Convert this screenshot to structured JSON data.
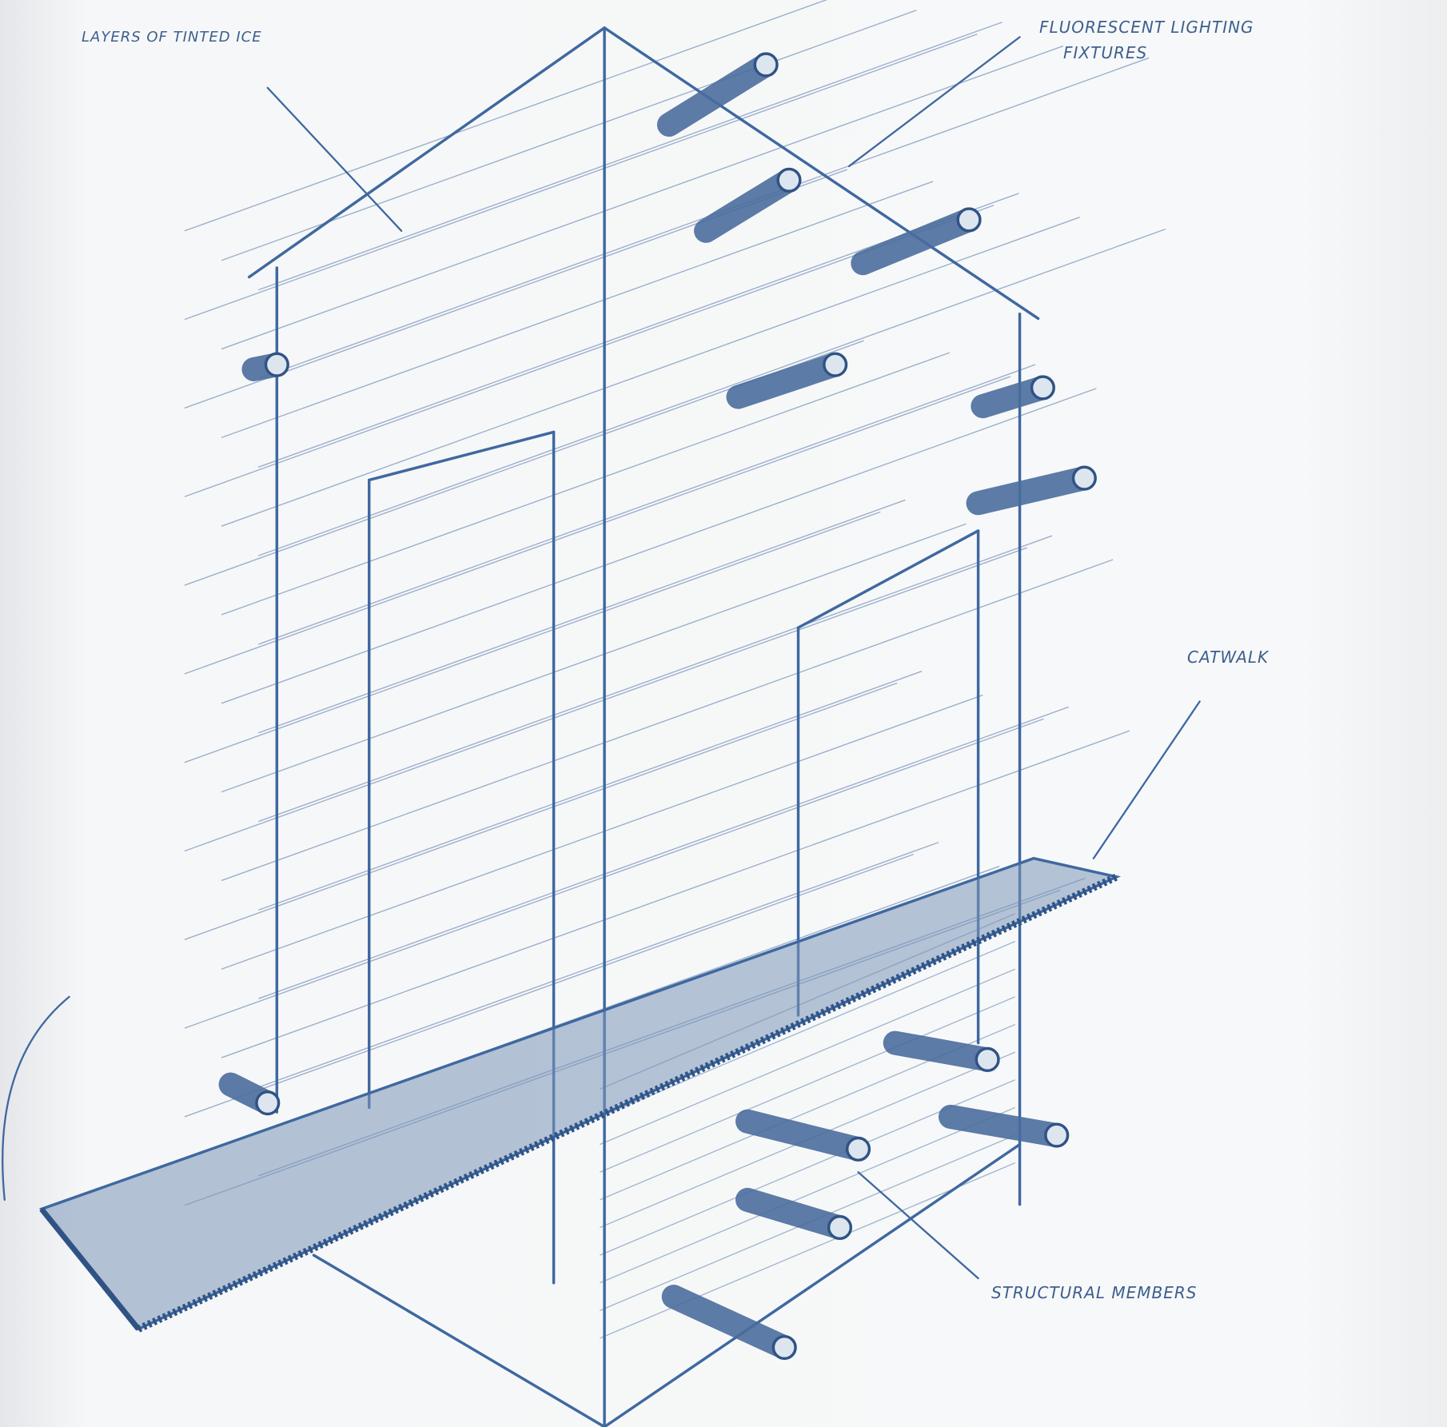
{
  "labels": {
    "tinted_ice": "LAYERS OF TINTED ICE",
    "lighting_line1": "FLUORESCENT LIGHTING",
    "lighting_line2": "FIXTURES",
    "catwalk": "CATWALK",
    "structural": "STRUCTURAL MEMBERS"
  },
  "colors": {
    "ink": "#3f68a0",
    "tube": "#4a6d9c",
    "paper": "#f6f7f8"
  }
}
